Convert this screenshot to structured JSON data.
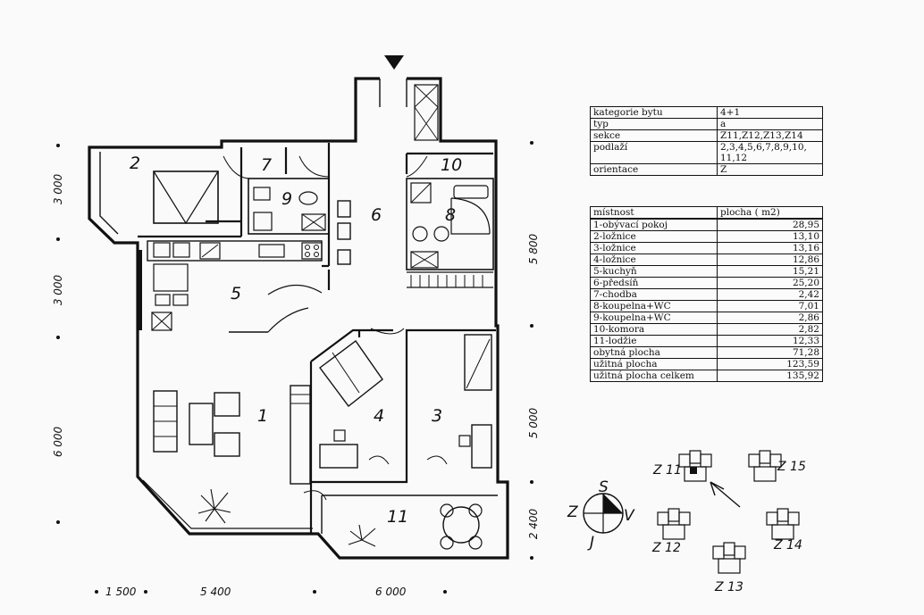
{
  "rooms": {
    "r1": "1",
    "r2": "2",
    "r3": "3",
    "r4": "4",
    "r5": "5",
    "r6": "6",
    "r7": "7",
    "r8": "8",
    "r9": "9",
    "r10": "10",
    "r11": "11"
  },
  "dimensions": {
    "left_top": "3 000",
    "left_mid": "3 000",
    "left_bottom": "6 000",
    "right_top": "5 800",
    "right_mid": "5 000",
    "right_bottom": "2 400",
    "bottom_1": "1 500",
    "bottom_2": "5 400",
    "bottom_3": "6 000"
  },
  "info_table": [
    {
      "label": "kategorie bytu",
      "value": "4+1"
    },
    {
      "label": "typ",
      "value": "a"
    },
    {
      "label": "sekce",
      "value": "Z11,Z12,Z13,Z14"
    },
    {
      "label": "podlaží",
      "value": "2,3,4,5,6,7,8,9,10,"
    },
    {
      "label": "",
      "value": "11,12"
    },
    {
      "label": "orientace",
      "value": "Z"
    }
  ],
  "area_table": {
    "header": {
      "label": "místnost",
      "value": "plocha ( m2)"
    },
    "rows": [
      {
        "label": "1-obývací pokoj",
        "value": "28,95"
      },
      {
        "label": "2-ložnice",
        "value": "13,10"
      },
      {
        "label": "3-ložnice",
        "value": "13,16"
      },
      {
        "label": "4-ložnice",
        "value": "12,86"
      },
      {
        "label": "5-kuchyň",
        "value": "15,21"
      },
      {
        "label": "6-předsíň",
        "value": "25,20"
      },
      {
        "label": "7-chodba",
        "value": "2,42"
      },
      {
        "label": "8-koupelna+WC",
        "value": "7,01"
      },
      {
        "label": "9-koupelna+WC",
        "value": "2,86"
      },
      {
        "label": "10-komora",
        "value": "2,82"
      },
      {
        "label": "11-lodžie",
        "value": "12,33"
      },
      {
        "label": "obytná plocha",
        "value": "71,28"
      },
      {
        "label": "užitná plocha",
        "value": "123,59"
      },
      {
        "label": "užitná plocha celkem",
        "value": "135,92"
      }
    ]
  },
  "compass": {
    "north": "S",
    "south": "J",
    "west": "Z",
    "east": "V"
  },
  "sections": {
    "z11": "Z 11",
    "z12": "Z 12",
    "z13": "Z 13",
    "z14": "Z 14",
    "z15": "Z 15"
  }
}
